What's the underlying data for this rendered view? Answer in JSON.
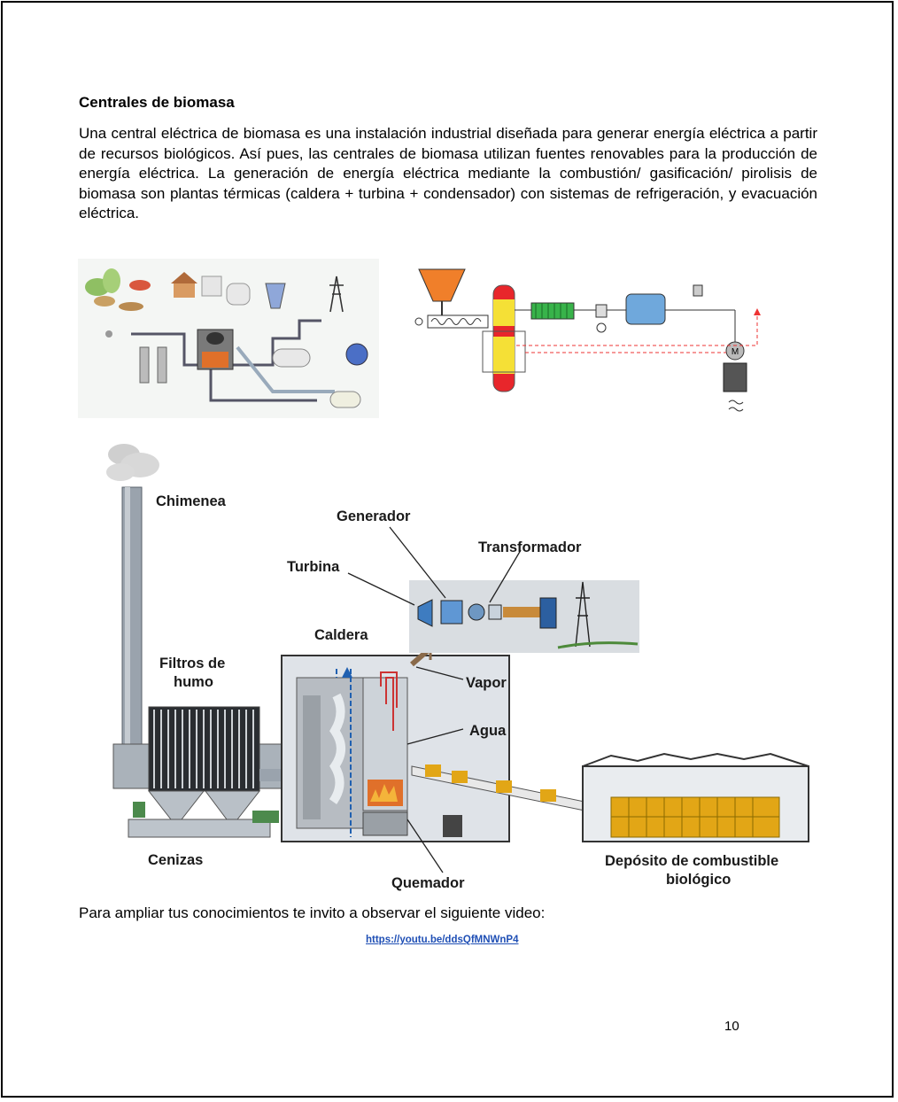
{
  "section": {
    "title": "Centrales de biomasa",
    "paragraph": "Una central eléctrica de biomasa es una instalación industrial diseñada para generar energía eléctrica a partir de recursos biológicos. Así pues, las centrales de biomasa utilizan fuentes renovables para la producción de energía eléctrica. La generación de energía eléctrica mediante la combustión/ gasificación/ pirolisis de biomasa son plantas térmicas (caldera + turbina + condensador) con sistemas de refrigeración, y evacuación eléctrica."
  },
  "diagram": {
    "labels": {
      "chimenea": "Chimenea",
      "generador": "Generador",
      "transformador": "Transformador",
      "turbina": "Turbina",
      "caldera": "Caldera",
      "filtros_line1": "Filtros de",
      "filtros_line2": "humo",
      "vapor": "Vapor",
      "agua": "Agua",
      "cenizas": "Cenizas",
      "quemador": "Quemador",
      "deposito_line1": "Depósito de combustible",
      "deposito_line2": "biológico"
    },
    "motor_symbol": "M"
  },
  "footer": {
    "invite_text": "Para ampliar tus conocimientos te invito a observar el siguiente video:",
    "video_link": "https://youtu.be/ddsQfMNWnP4",
    "page_number": "10"
  }
}
